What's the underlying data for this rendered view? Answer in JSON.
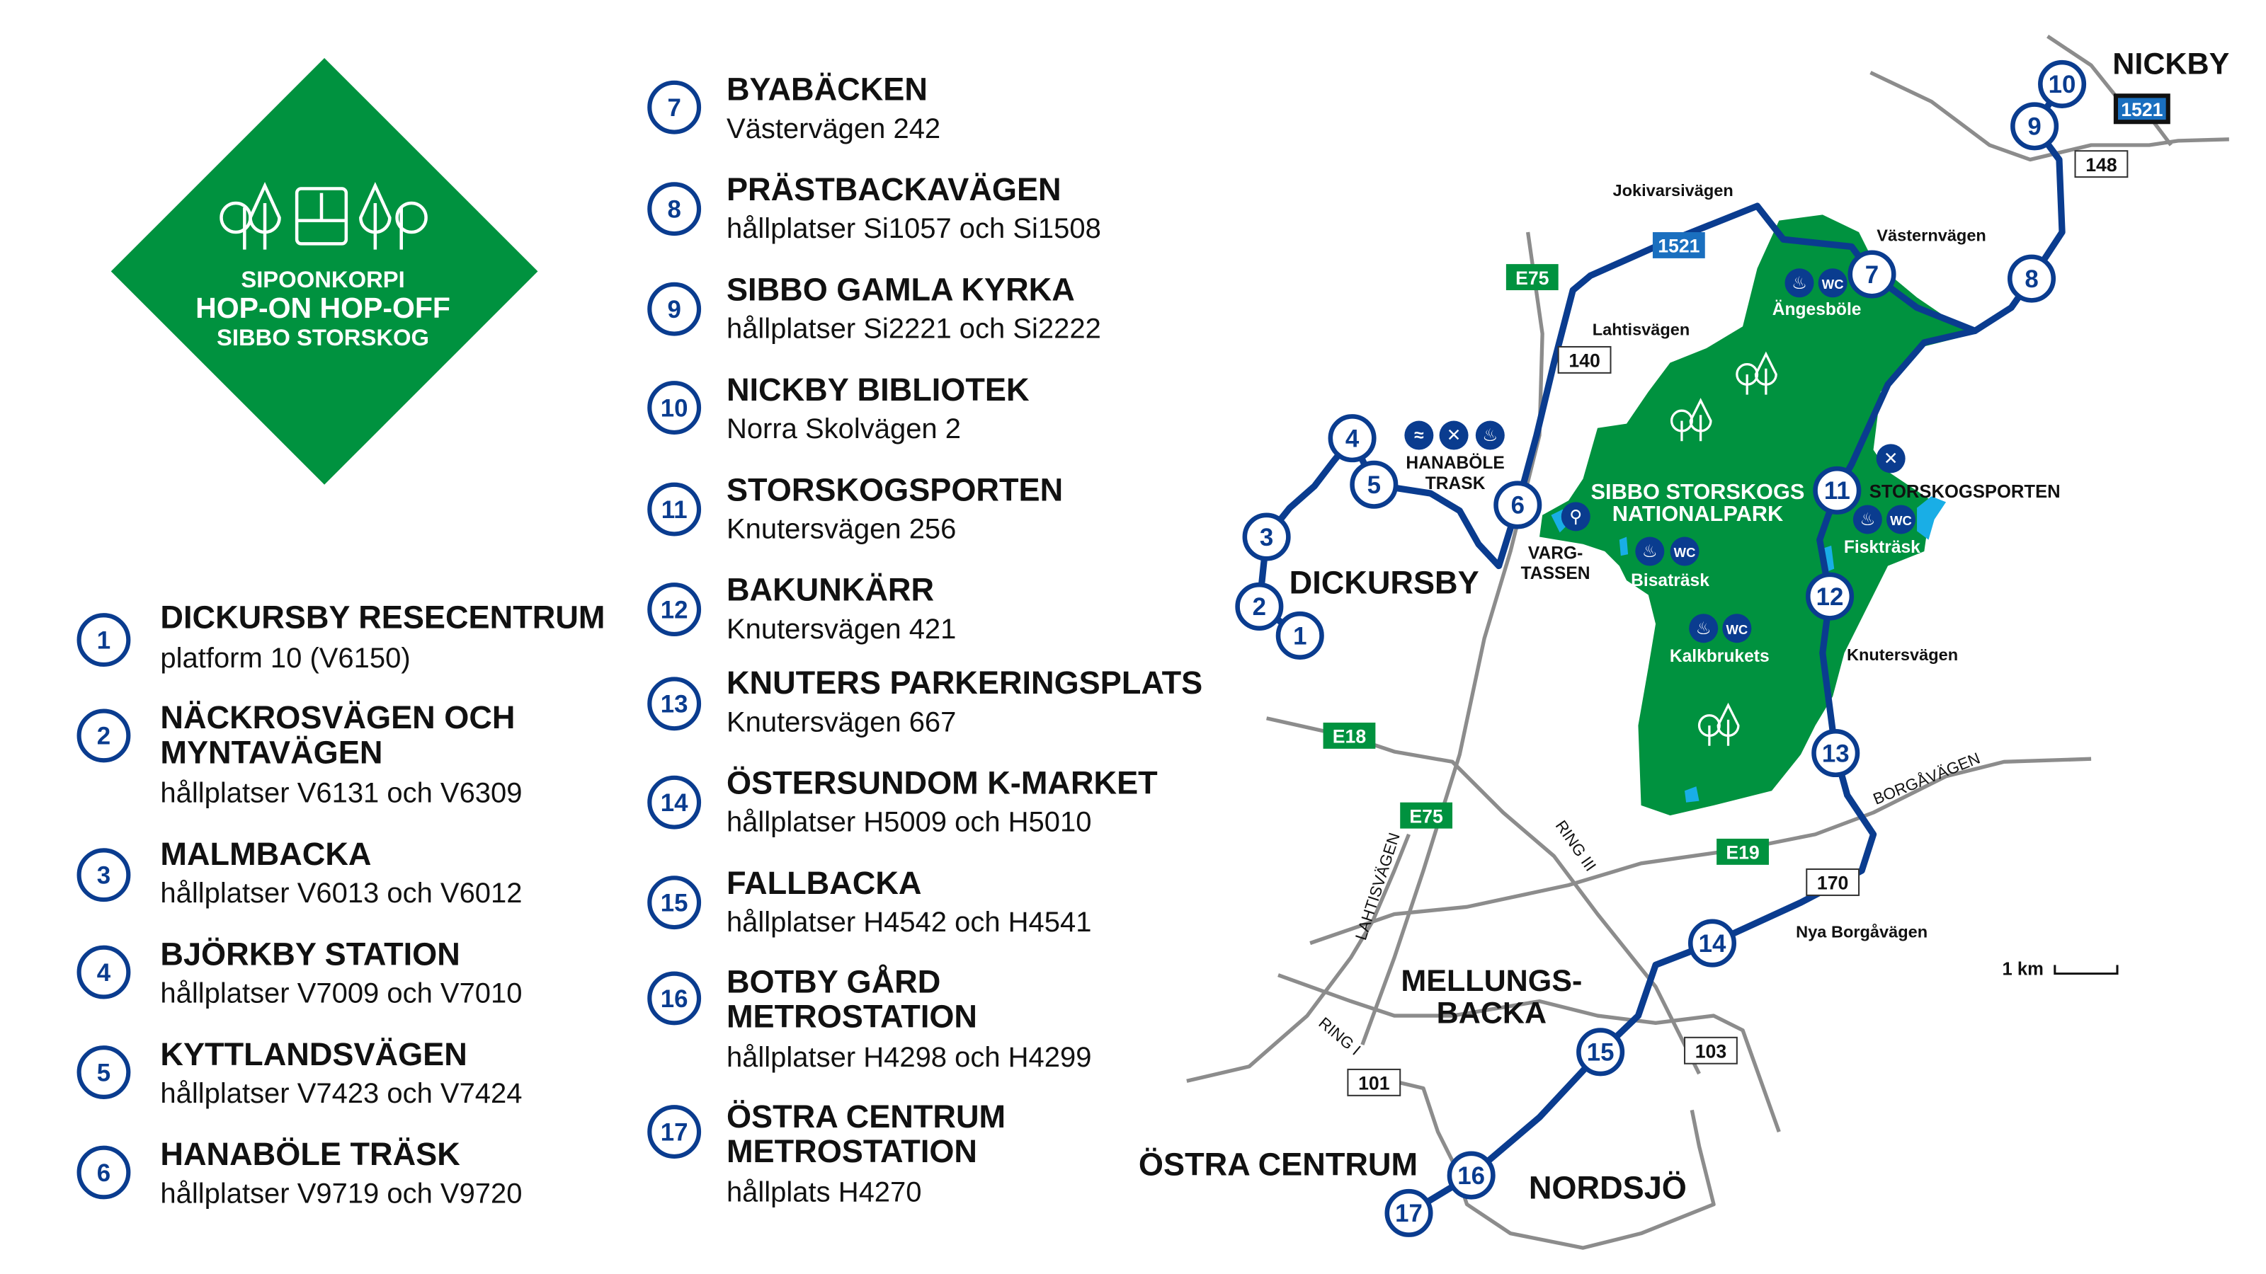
{
  "logo": {
    "line1": "SIPOONKORPI",
    "line2": "HOP-ON HOP-OFF",
    "line3": "SIBBO STORSKOG"
  },
  "colors": {
    "green": "#00923f",
    "blue": "#0a3c8f",
    "lake": "#19aee6",
    "road": "#8c8c8c"
  },
  "stops": [
    {
      "n": "1",
      "title": "DICKURSBY RESECENTRUM",
      "sub": "platform 10 (V6150)"
    },
    {
      "n": "2",
      "title": "NÄCKROSVÄGEN OCH",
      "title2": "MYNTAVÄGEN",
      "sub": "hållplatser V6131 och V6309"
    },
    {
      "n": "3",
      "title": "MALMBACKA",
      "sub": "hållplatser V6013 och V6012"
    },
    {
      "n": "4",
      "title": "BJÖRKBY STATION",
      "sub": "hållplatser V7009 och V7010"
    },
    {
      "n": "5",
      "title": "KYTTLANDSVÄGEN",
      "sub": "hållplatser V7423 och V7424"
    },
    {
      "n": "6",
      "title": "HANABÖLE TRÄSK",
      "sub": "hållplatser V9719 och V9720"
    },
    {
      "n": "7",
      "title": "BYABÄCKEN",
      "sub": "Västervägen 242"
    },
    {
      "n": "8",
      "title": "PRÄSTBACKAVÄGEN",
      "sub": "hållplatser Si1057 och Si1508"
    },
    {
      "n": "9",
      "title": "SIBBO GAMLA KYRKA",
      "sub": "hållplatser Si2221 och Si2222"
    },
    {
      "n": "10",
      "title": "NICKBY BIBLIOTEK",
      "sub": "Norra Skolvägen 2"
    },
    {
      "n": "11",
      "title": "STORSKOGSPORTEN",
      "sub": "Knutersvägen 256"
    },
    {
      "n": "12",
      "title": "BAKUNKÄRR",
      "sub": "Knutersvägen 421"
    },
    {
      "n": "13",
      "title": "KNUTERS PARKERINGSPLATS",
      "sub": "Knutersvägen 667"
    },
    {
      "n": "14",
      "title": "ÖSTERSUNDOM K-MARKET",
      "sub": "hållplatser H5009 och H5010"
    },
    {
      "n": "15",
      "title": "FALLBACKA",
      "sub": "hållplatser H4542 och H4541"
    },
    {
      "n": "16",
      "title": "BOTBY GÅRD",
      "title2": "METROSTATION",
      "sub": "hållplatser H4298 och H4299"
    },
    {
      "n": "17",
      "title": "ÖSTRA CENTRUM",
      "title2": "METROSTATION",
      "sub": "hållplats H4270"
    }
  ],
  "map": {
    "places": {
      "nickby": "NICKBY",
      "dickursby": "DICKURSBY",
      "mellungs1": "MELLUNGS-",
      "mellungs2": "BACKA",
      "ostra": "ÖSTRA CENTRUM",
      "nordsjo": "NORDSJÖ",
      "park1": "SIBBO STORSKOGS",
      "park2": "NATIONALPARK",
      "storskogsporten": "STORSKOGSPORTEN",
      "hanabole1": "HANABÖLE",
      "hanabole2": "TRASK",
      "varg1": "VARG-",
      "varg2": "TASSEN",
      "angesbole": "Ängesböle",
      "bisatrask": "Bisaträsk",
      "fisktrask": "Fiskträsk",
      "kalkbrukets": "Kalkbrukets"
    },
    "roads": {
      "jokivarsi": "Jokivarsivägen",
      "vastern": "Västernvägen",
      "lahtis": "Lahtisvägen",
      "knuters": "Knutersvägen",
      "borga": "BORGÅVÄGEN",
      "lahtis2": "LAHTISVÄGEN",
      "ring3": "RING III",
      "ring1": "RING I",
      "nyaborga": "Nya Borgåvägen"
    },
    "badges": {
      "e75a": "E75",
      "r1521a": "1521",
      "r140": "140",
      "r1521b": "1521",
      "r148": "148",
      "e18": "E18",
      "e75b": "E75",
      "e19": "E19",
      "r170": "170",
      "r103": "103",
      "r101": "101"
    },
    "scale": "1 km",
    "wc": "WC"
  }
}
